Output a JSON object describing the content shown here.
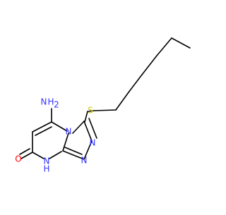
{
  "molecule": {
    "atoms": {
      "amino_group": "NH2",
      "amino_h": "H",
      "amino_n": "N",
      "amino_sub": "2",
      "sulfur": "S",
      "ring_n_bridge": "N",
      "ring_n_upper": "N",
      "ring_n_lower": "N",
      "carbonyl_o": "O",
      "nh_n": "N",
      "nh_h": "H"
    },
    "colors": {
      "N": "#3333ff",
      "S": "#cccc00",
      "O": "#ff0000",
      "bond": "#000000"
    }
  }
}
